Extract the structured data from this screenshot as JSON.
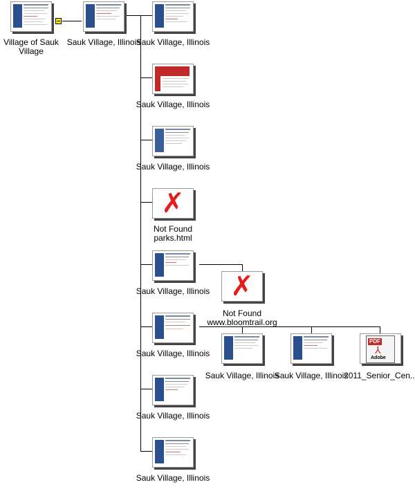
{
  "root": {
    "label": "Village of Sauk Village",
    "collapse_symbol": "−"
  },
  "level1": {
    "label": "Sauk Village, Illinois"
  },
  "children": [
    {
      "label": "Sauk Village, Illinois"
    },
    {
      "label": "Sauk Village, Illinois"
    },
    {
      "label": "Sauk Village, Illinois"
    },
    {
      "label": "Not Found",
      "sublabel": "parks.html"
    },
    {
      "label": "Sauk Village, Illinois"
    },
    {
      "label": "Sauk Village, Illinois"
    },
    {
      "label": "Sauk Village, Illinois"
    },
    {
      "label": "Sauk Village, Illinois"
    }
  ],
  "sub_child_a": {
    "label": "Not Found",
    "sublabel": "www.bloomtrail.org"
  },
  "sub_children_b": [
    {
      "label": "Sauk Village, Illinois"
    },
    {
      "label": "Sauk Village, Illinois"
    },
    {
      "label": "2011_Senior_Cen..."
    }
  ],
  "icons": {
    "broken": "✗",
    "pdf_tag": "PDF",
    "pdf_symbol": "⅄",
    "pdf_brand": "Adobe"
  }
}
